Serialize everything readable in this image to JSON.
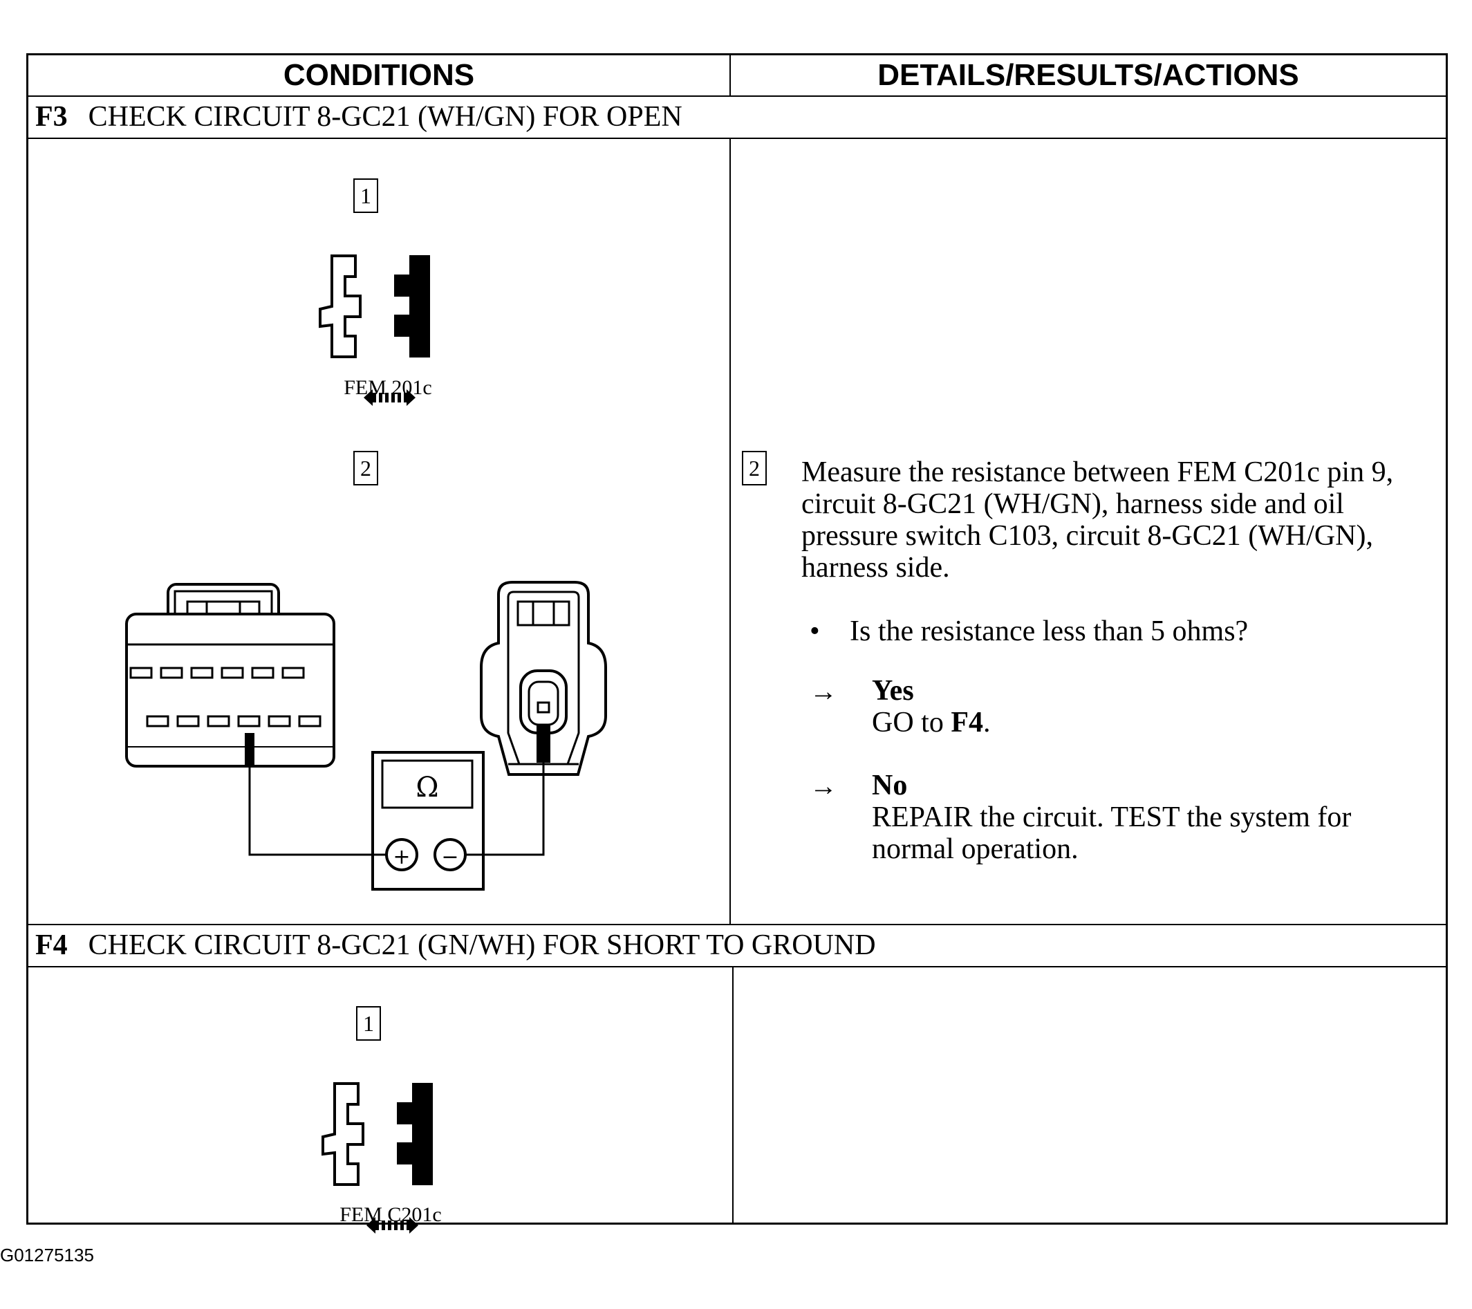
{
  "table": {
    "header_conditions": "CONDITIONS",
    "header_details": "DETAILS/RESULTS/ACTIONS"
  },
  "f3": {
    "id": "F3",
    "title": "CHECK CIRCUIT 8-GC21 (WH/GN) FOR OPEN",
    "step1_number": "1",
    "step1_caption": "FEM 201c",
    "step2_number": "2",
    "meter_symbol": "Ω",
    "meter_plus": "+",
    "meter_minus": "−",
    "detail_number": "2",
    "detail_text": "Measure the resistance between FEM C201c pin 9, circuit 8-GC21 (WH/GN), harness side and oil pressure switch C103, circuit 8-GC21 (WH/GN), harness side.",
    "question": "Is the resistance less than 5 ohms?",
    "yes_label": "Yes",
    "yes_action_prefix": "GO to ",
    "yes_action_target": "F4",
    "yes_action_suffix": ".",
    "no_label": "No",
    "no_action": "REPAIR the circuit. TEST the system for normal operation."
  },
  "f4": {
    "id": "F4",
    "title": "CHECK CIRCUIT 8-GC21 (GN/WH) FOR SHORT TO GROUND",
    "step1_number": "1",
    "step1_caption": "FEM C201c"
  },
  "footer": {
    "figure_id": "G01275135"
  },
  "icons": {
    "bullet": "•",
    "arrow": "→"
  }
}
